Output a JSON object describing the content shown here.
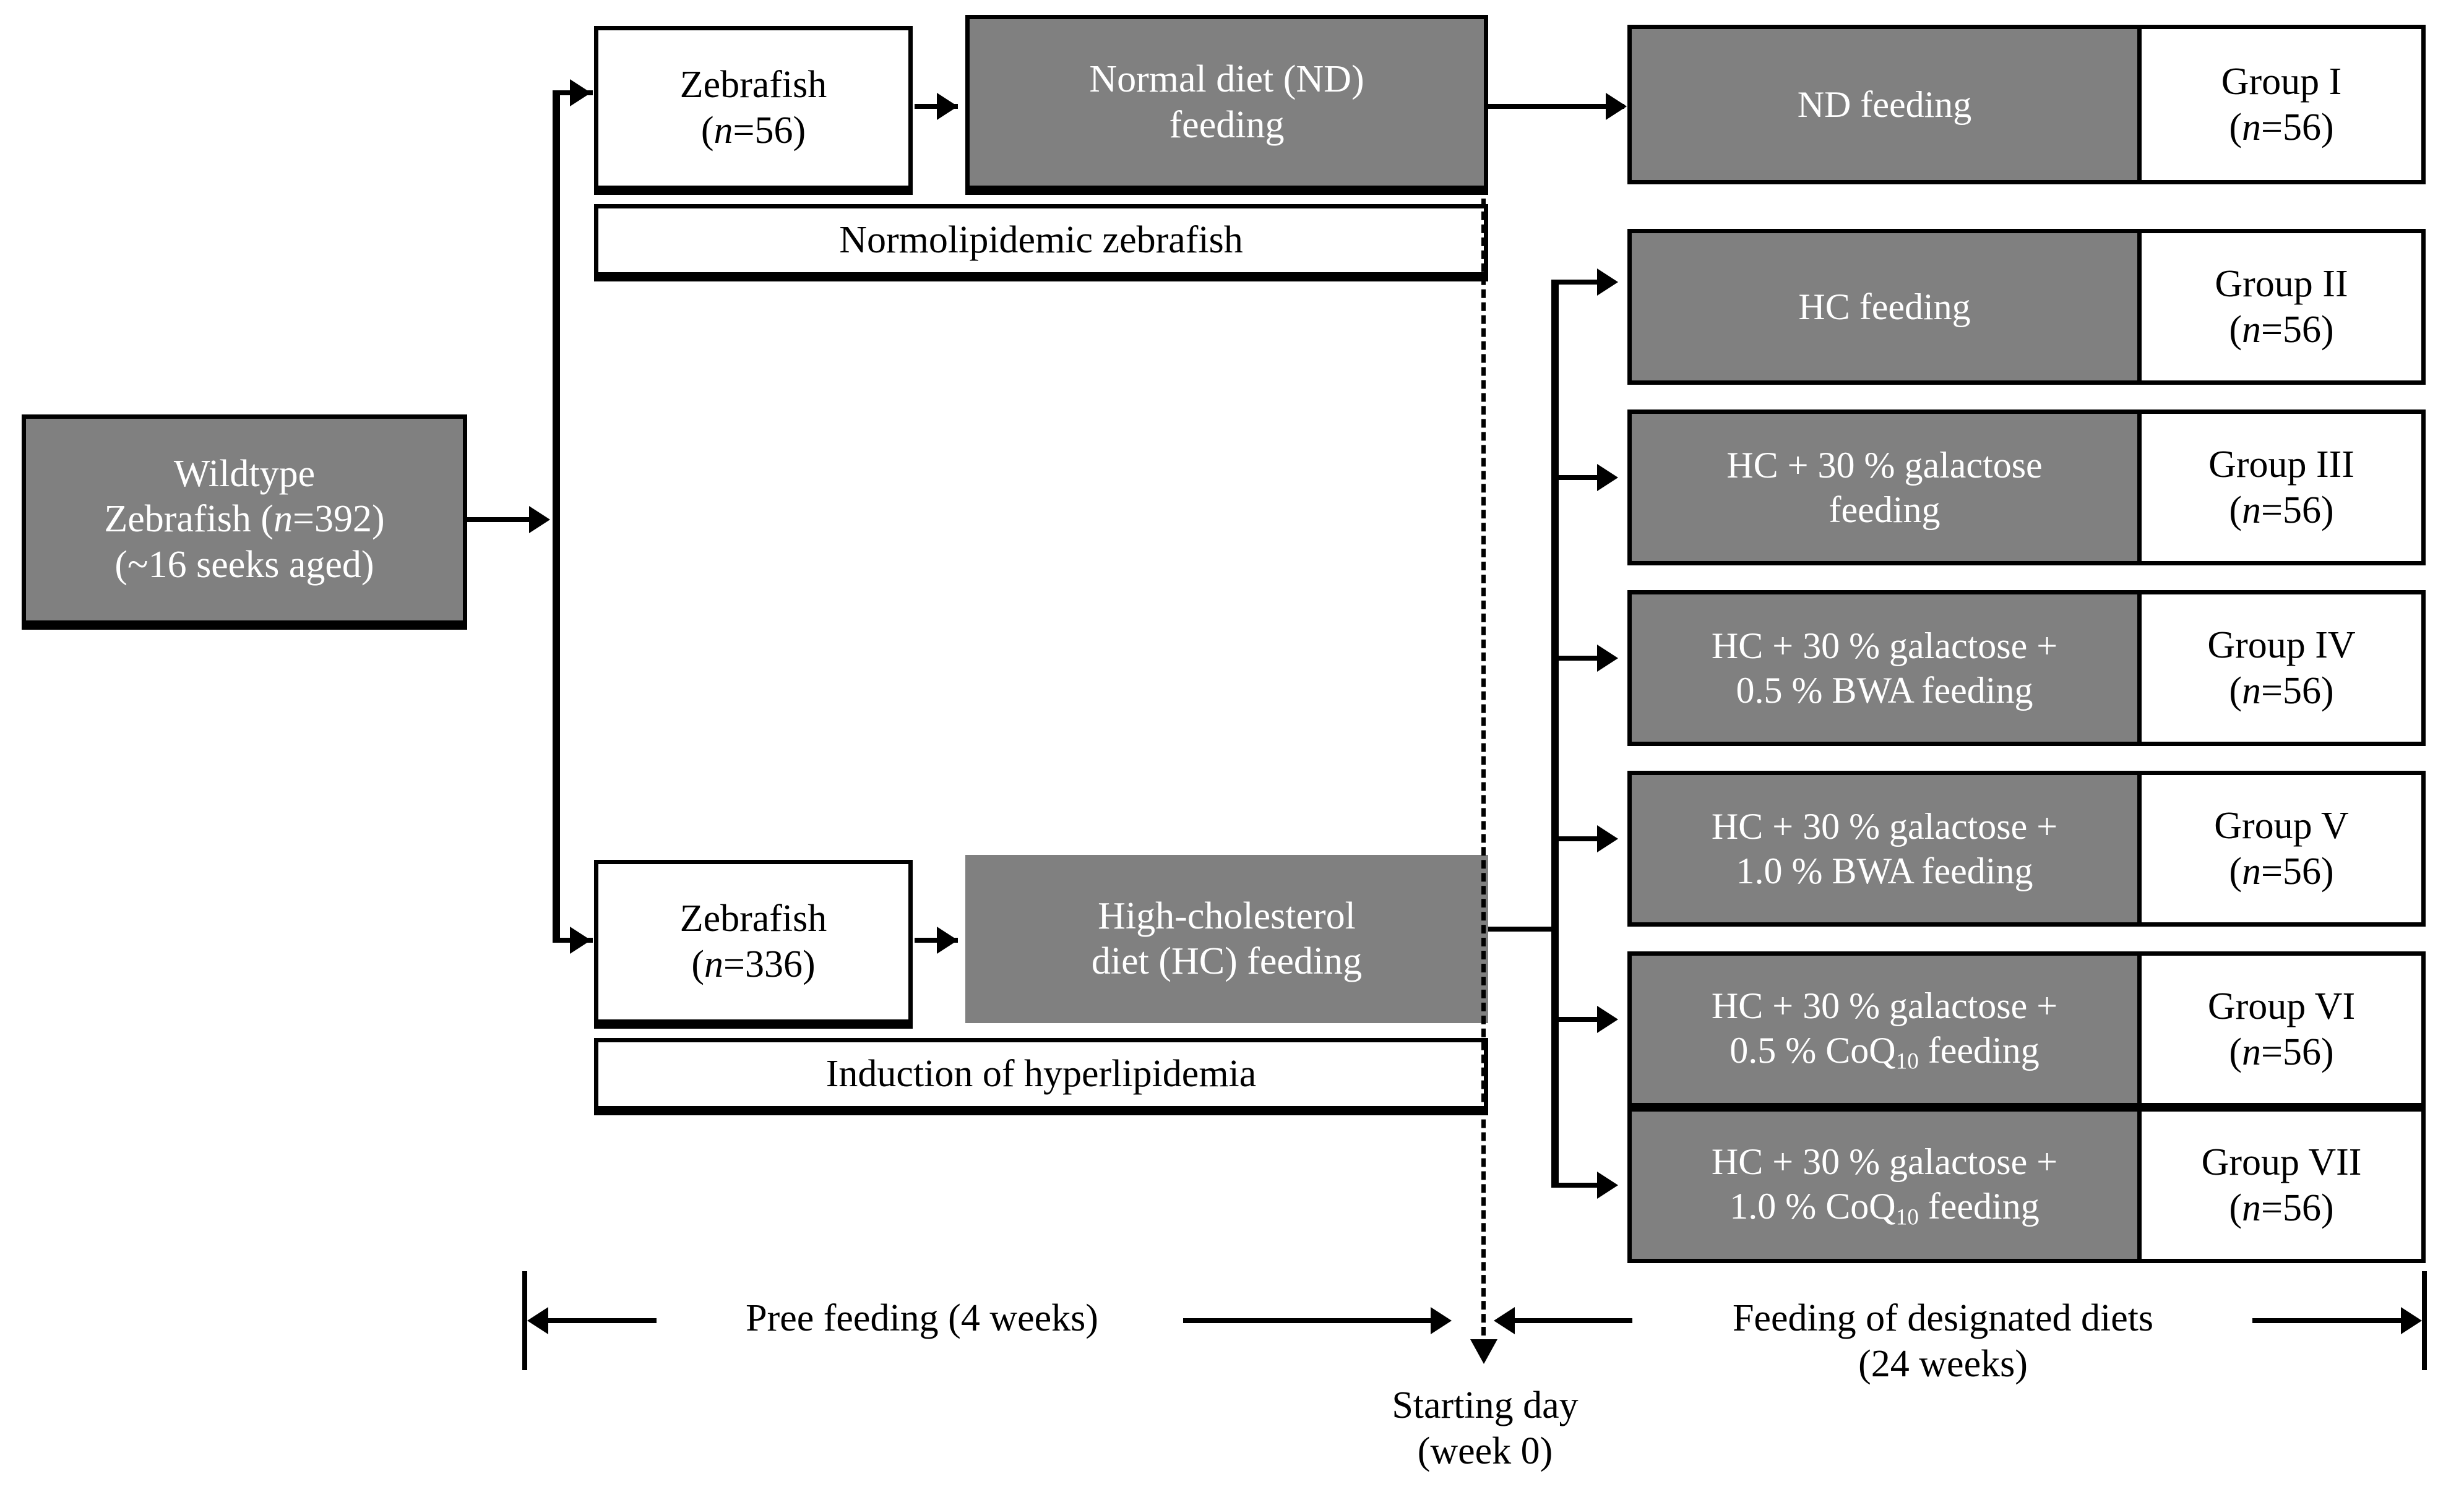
{
  "diagram": {
    "title": "Zebrafish hyperlipidemia study design flowchart",
    "colors": {
      "fill_gray": "#808080",
      "stroke": "#000000",
      "background": "#ffffff"
    }
  },
  "source_box": {
    "line1": "Wildtype",
    "line2_prefix": "Zebrafish (",
    "line2_italic": "n",
    "line2_suffix": "=392)",
    "line3": "(~16 seeks aged)"
  },
  "branches": {
    "normal": {
      "zebrafish": {
        "line1": "Zebrafish",
        "line2_open": "(",
        "line2_italic": "n",
        "line2_close": "=56)"
      },
      "diet": {
        "line1": "Normal diet (ND)",
        "line2": "feeding"
      },
      "caption": "Normolipidemic zebrafish"
    },
    "high_cholesterol": {
      "zebrafish": {
        "line1": "Zebrafish",
        "line2_open": "(",
        "line2_italic": "n",
        "line2_close": "=336)"
      },
      "diet": {
        "line1": "High-cholesterol",
        "line2": "diet (HC) feeding"
      },
      "caption": "Induction of hyperlipidemia"
    }
  },
  "groups": [
    {
      "diet_line1": "ND feeding",
      "diet_line2": "",
      "group_name": "Group I",
      "n_open": "(",
      "n_italic": "n",
      "n_close": "=56)"
    },
    {
      "diet_line1": "HC feeding",
      "diet_line2": "",
      "group_name": "Group II",
      "n_open": "(",
      "n_italic": "n",
      "n_close": "=56)"
    },
    {
      "diet_line1": "HC + 30 % galactose",
      "diet_line2": "feeding",
      "group_name": "Group III",
      "n_open": "(",
      "n_italic": "n",
      "n_close": "=56)"
    },
    {
      "diet_line1": "HC + 30 % galactose +",
      "diet_line2": "0.5 % BWA feeding",
      "group_name": "Group IV",
      "n_open": "(",
      "n_italic": "n",
      "n_close": "=56)"
    },
    {
      "diet_line1": "HC + 30 % galactose +",
      "diet_line2": "1.0 % BWA feeding",
      "group_name": "Group V",
      "n_open": "(",
      "n_italic": "n",
      "n_close": "=56)"
    },
    {
      "diet_line1": "HC + 30 % galactose +",
      "diet_line2_pre": "0.5 % CoQ",
      "diet_line2_sub": "10",
      "diet_line2_post": " feeding",
      "group_name": "Group VI",
      "n_open": "(",
      "n_italic": "n",
      "n_close": "=56)"
    },
    {
      "diet_line1": "HC + 30 % galactose +",
      "diet_line2_pre": "1.0 % CoQ",
      "diet_line2_sub": "10",
      "diet_line2_post": " feeding",
      "group_name": "Group VII",
      "n_open": "(",
      "n_italic": "n",
      "n_close": "=56)"
    }
  ],
  "timeline": {
    "left_label": "Pree feeding (4 weeks)",
    "marker_line1": "Starting day",
    "marker_line2": "(week 0)",
    "right_label_line1": "Feeding of designated diets",
    "right_label_line2": "(24 weeks)"
  }
}
